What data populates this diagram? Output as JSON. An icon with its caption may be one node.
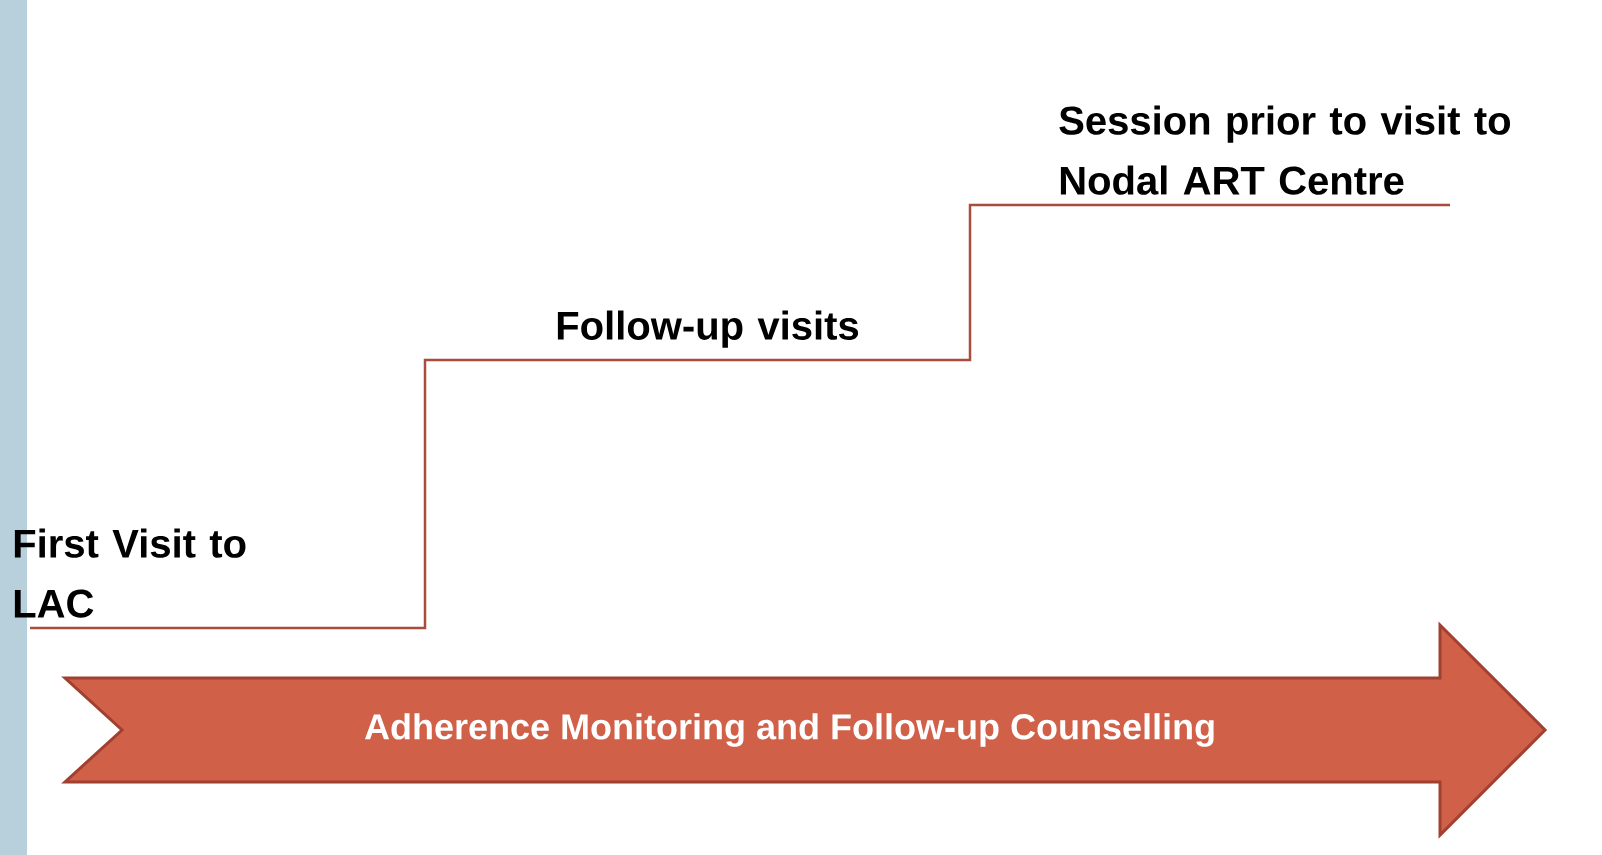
{
  "diagram": {
    "nodes": [
      {
        "text": [
          "Adherence Monitoring and Follow-up Counselling"
        ]
      }
    ],
    "labels": [
      "First Visit to LAC",
      "Follow-up visits",
      "Session prior to visit to Nodal ART Centre"
    ]
  }
}
